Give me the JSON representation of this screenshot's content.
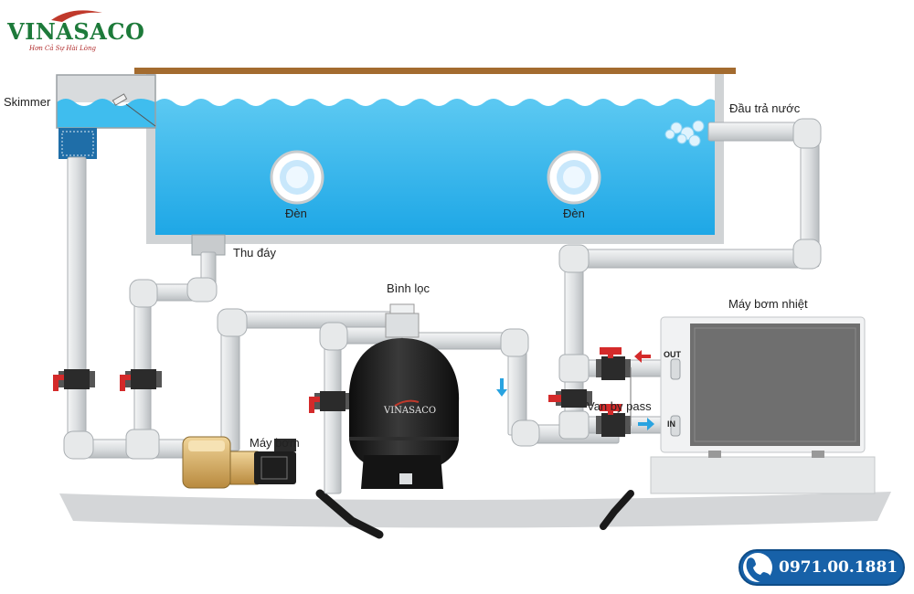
{
  "brand": {
    "name": "VINASACO",
    "slogan": "Hơn Cả Sự Hài Lòng",
    "filter_logo": "VINASACO",
    "logo_color": "#1d7a3a",
    "swoosh_color": "#c0392b"
  },
  "labels": {
    "skimmer": "Skimmer",
    "return_outlet": "Đầu trả nước",
    "light_left": "Đèn",
    "light_right": "Đèn",
    "main_drain": "Thu đáy",
    "filter": "Bình lọc",
    "heat_pump": "Máy bơm nhiệt",
    "pump": "Máy bơm",
    "bypass_valve": "Van by pass",
    "out": "OUT",
    "in": "IN"
  },
  "contact": {
    "phone": "0971.00.1881",
    "icon": "phone-icon"
  },
  "colors": {
    "water": "#2fb6ec",
    "pipe": "#e3e6e8",
    "valve_handle": "#d42a2a",
    "filter_tank": "#1b1b1b",
    "heat_pump_panel": "#6f6f6f",
    "arrow": "#29a3e0",
    "ground": "#d4d6d8",
    "phone_badge": "#1761a8"
  }
}
